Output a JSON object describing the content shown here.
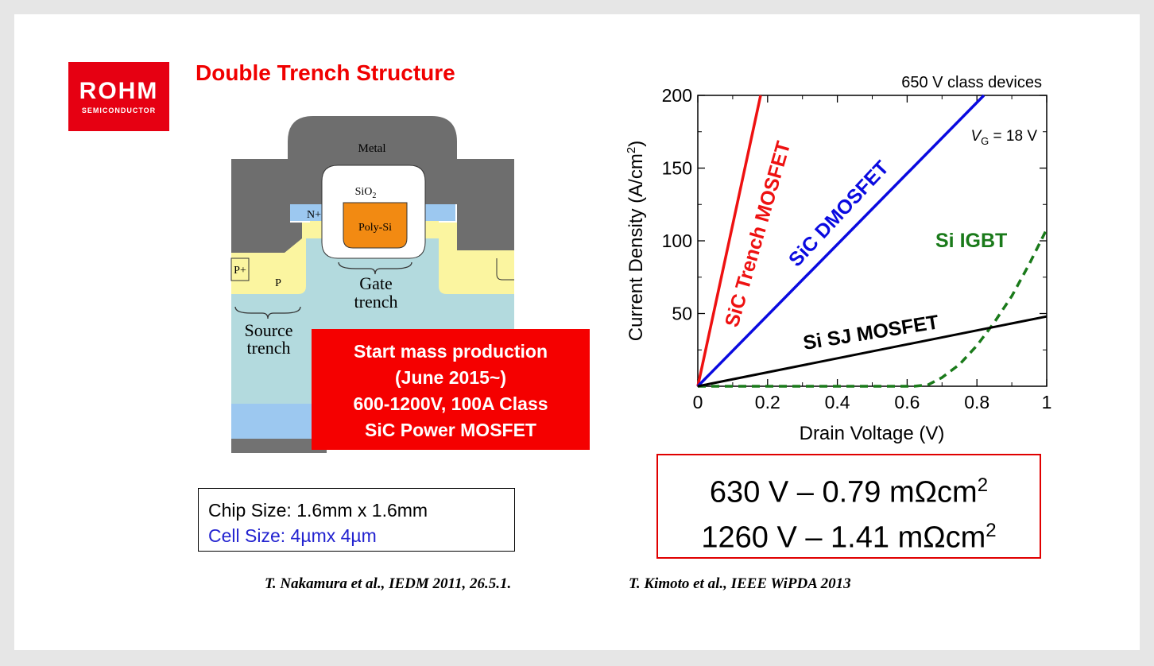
{
  "logo": {
    "brand": "ROHM",
    "sub": "SEMICONDUCTOR"
  },
  "slide_title": "Double Trench Structure",
  "structure": {
    "labels": {
      "metal": "Metal",
      "sio2": "SiO",
      "sio2_sub": "2",
      "n_plus": "N+",
      "poly_si": "Poly-Si",
      "p_plus": "P+",
      "p": "P",
      "gate_trench_1": "Gate",
      "gate_trench_2": "trench",
      "source_trench_1": "Source",
      "source_trench_2": "trench"
    }
  },
  "announcement": {
    "lines": [
      "Start mass production",
      "(June 2015~)",
      "600-1200V, 100A Class",
      "SiC Power MOSFET"
    ]
  },
  "chip_info": {
    "chip_size": "Chip Size: 1.6mm x 1.6mm",
    "cell_size": "Cell Size: 4µmx 4µm"
  },
  "chart_data": {
    "type": "line",
    "title": "650 V class devices",
    "annotation_vg_main": "V",
    "annotation_vg_sub": "G",
    "annotation_vg_rest": " = 18 V",
    "xlabel": "Drain Voltage (V)",
    "ylabel": "Current Density (A/cm",
    "ylabel_sup": "2",
    "ylabel_end": ")",
    "xlim": [
      0,
      1
    ],
    "ylim": [
      0,
      200
    ],
    "x_ticks": [
      "0",
      "0.2",
      "0.4",
      "0.6",
      "0.8",
      "1"
    ],
    "y_ticks": [
      "50",
      "100",
      "150",
      "200"
    ],
    "series": [
      {
        "name": "SiC Trench MOSFET",
        "color": "#ee1111",
        "style": "solid",
        "x": [
          0,
          0.18
        ],
        "y": [
          0,
          200
        ]
      },
      {
        "name": "SiC DMOSFET",
        "color": "#0a0ae0",
        "style": "solid",
        "x": [
          0,
          0.82
        ],
        "y": [
          0,
          200
        ]
      },
      {
        "name": "Si IGBT",
        "color": "#1a7a1a",
        "style": "dashed",
        "x": [
          0,
          0.5,
          0.62,
          0.66,
          0.7,
          0.75,
          0.8,
          0.85,
          0.9,
          0.95,
          1.0
        ],
        "y": [
          0,
          0,
          0,
          1,
          6,
          15,
          28,
          44,
          62,
          84,
          108
        ]
      },
      {
        "name": "Si SJ MOSFET",
        "color": "#000000",
        "style": "solid",
        "x": [
          0,
          1
        ],
        "y": [
          0,
          48
        ]
      }
    ]
  },
  "ron": {
    "line1_main": "630 V – 0.79 mΩcm",
    "line1_sup": "2",
    "line2_main": "1260 V – 1.41 mΩcm",
    "line2_sup": "2"
  },
  "references": {
    "ref1": "T. Nakamura et al., IEDM 2011, 26.5.1.",
    "ref2": "T. Kimoto et al., IEEE WiPDA 2013"
  }
}
